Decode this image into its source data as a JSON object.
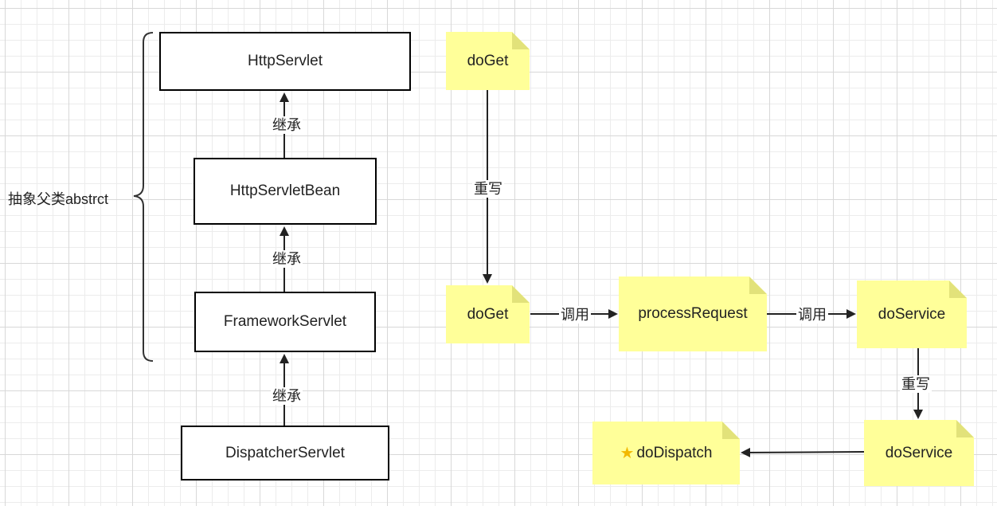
{
  "group": {
    "label": "抽象父类abstrct"
  },
  "hierarchy": {
    "http_servlet": "HttpServlet",
    "http_servlet_bean": "HttpServletBean",
    "framework_servlet": "FrameworkServlet",
    "dispatcher_servlet": "DispatcherServlet",
    "inherit_label": "继承"
  },
  "flow": {
    "doget_top": "doGet",
    "doget": "doGet",
    "process_request": "processRequest",
    "doservice_top": "doService",
    "doservice": "doService",
    "dodispatch": "doDispatch",
    "override_label": "重写",
    "call_label": "调用"
  },
  "icons": {
    "dispatch_marker": "star-icon"
  },
  "colors": {
    "note_fill": "#ffff99",
    "note_fold": "#e2e27a",
    "stroke": "#000000",
    "star": "#f2b800"
  }
}
